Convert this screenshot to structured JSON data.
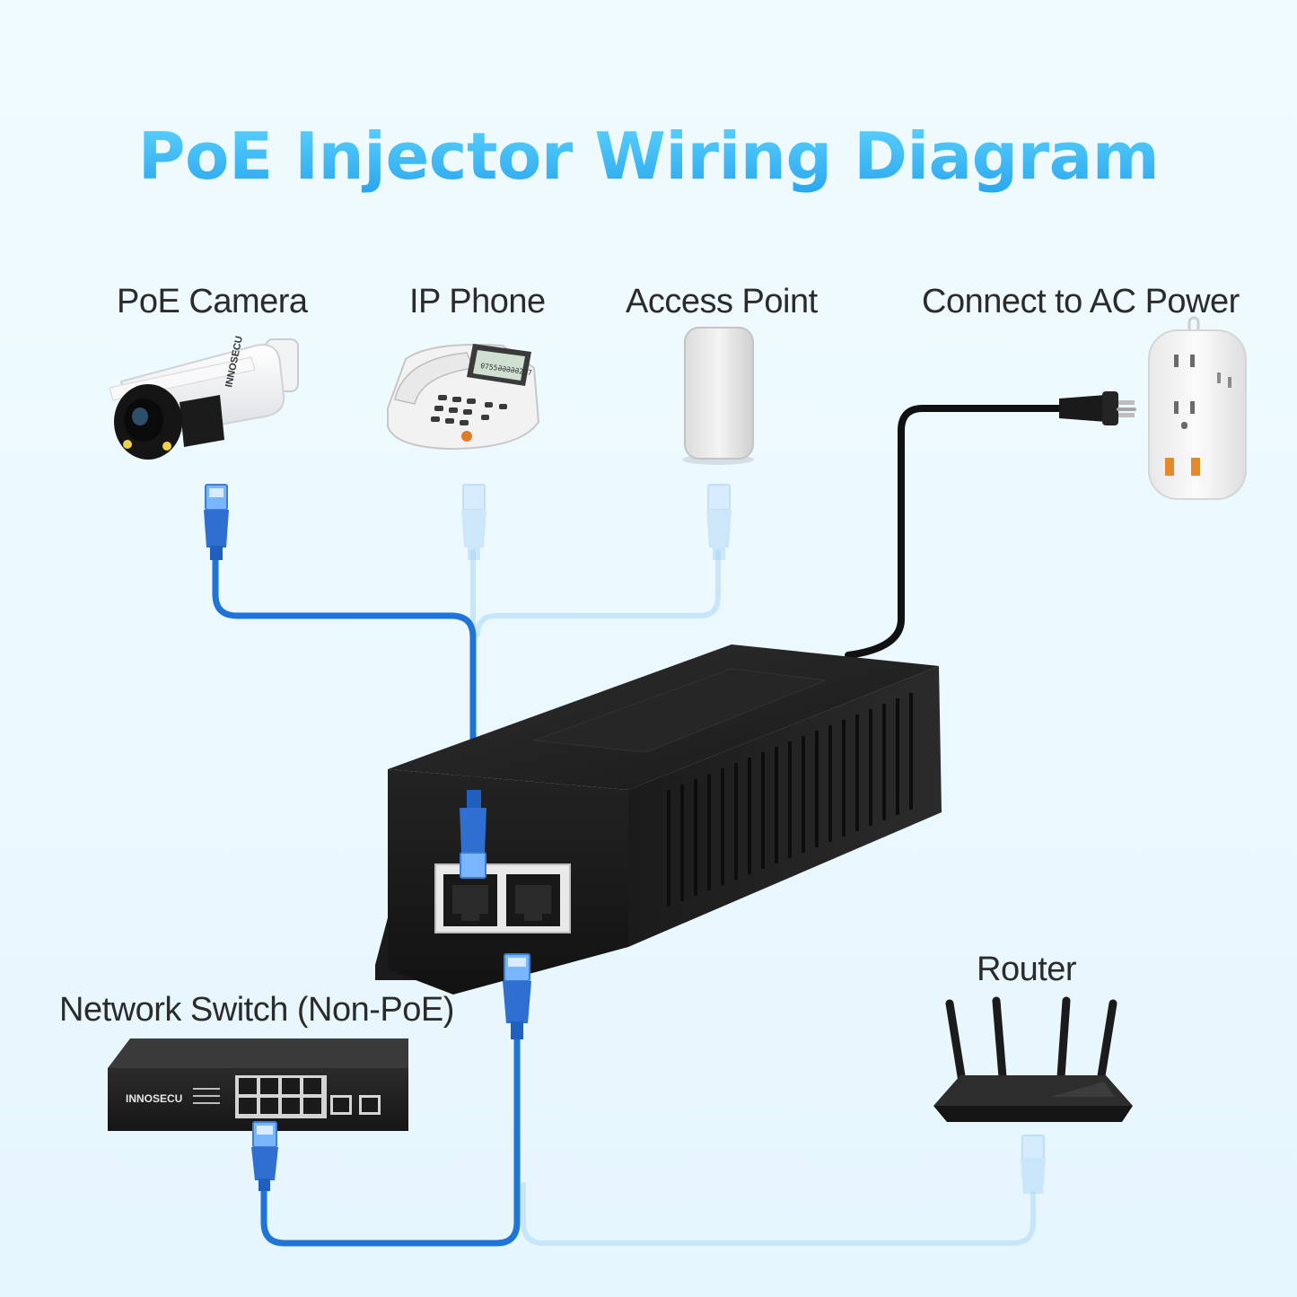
{
  "title": "PoE Injector Wiring Diagram",
  "labels": {
    "camera": "PoE Camera",
    "phone": "IP Phone",
    "access_point": "Access Point",
    "ac_power": "Connect to AC Power",
    "switch": "Network Switch (Non-PoE)",
    "router": "Router"
  },
  "brand": "INNOSECU",
  "phone_display": "0755ƏƏƏƏƏ237",
  "colors": {
    "title": "#2bb3f0",
    "active_cable": "#1f74d8",
    "inactive_cable": "#c3e3fa",
    "injector": "#1e1e1e",
    "power_cable": "#111111"
  },
  "icons": {
    "camera": "bullet-camera-icon",
    "phone": "desk-phone-icon",
    "access_point": "access-point-icon",
    "outlet": "wall-outlet-icon",
    "injector": "poe-injector-icon",
    "switch": "network-switch-icon",
    "router": "router-icon"
  }
}
